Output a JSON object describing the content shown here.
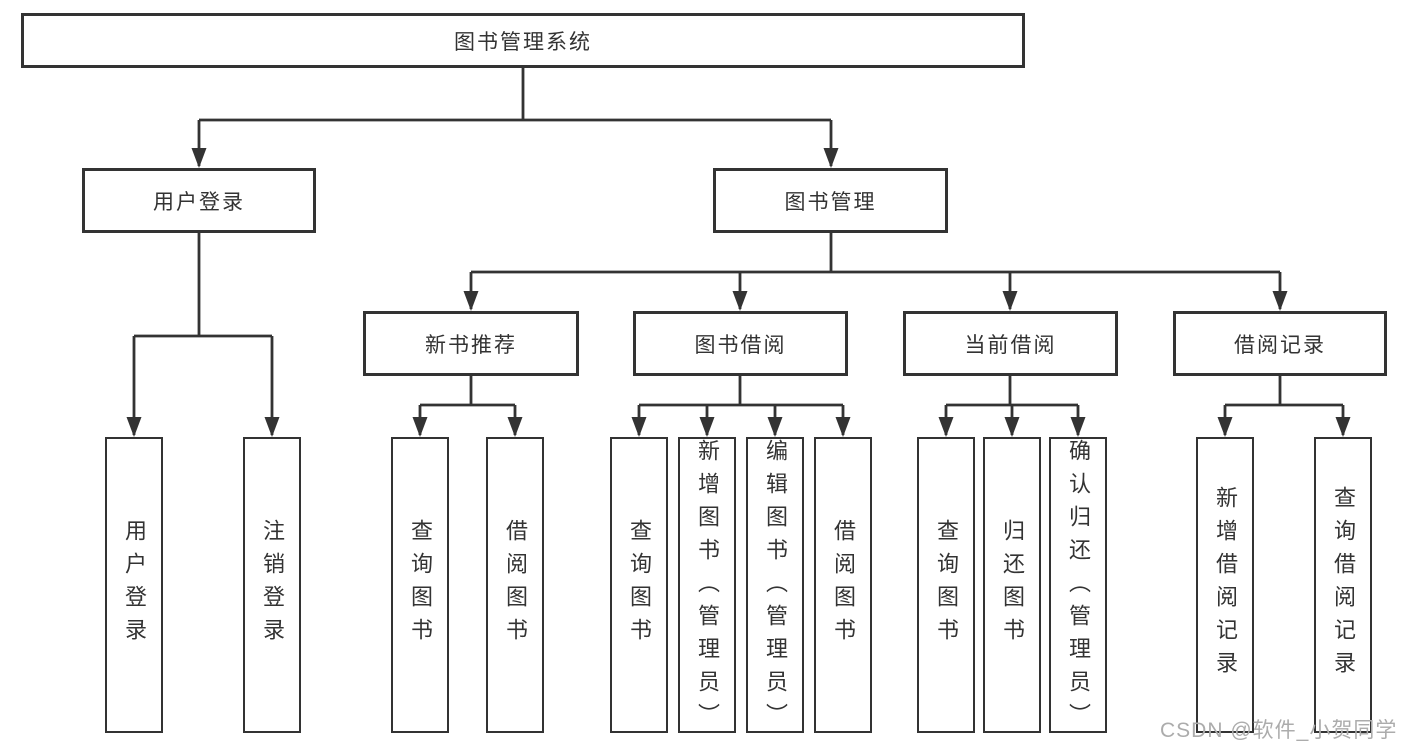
{
  "tree": {
    "root": {
      "label": "图书管理系统"
    },
    "branches": [
      {
        "label": "用户登录",
        "children": [
          {
            "label": "用户登录"
          },
          {
            "label": "注销登录"
          }
        ]
      },
      {
        "label": "图书管理",
        "children": [
          {
            "label": "新书推荐",
            "children": [
              {
                "label": "查询图书"
              },
              {
                "label": "借阅图书"
              }
            ]
          },
          {
            "label": "图书借阅",
            "children": [
              {
                "label": "查询图书"
              },
              {
                "label": "新增图书（管理员）"
              },
              {
                "label": "编辑图书（管理员）"
              },
              {
                "label": "借阅图书"
              }
            ]
          },
          {
            "label": "当前借阅",
            "children": [
              {
                "label": "查询图书"
              },
              {
                "label": "归还图书"
              },
              {
                "label": "确认归还（管理员）"
              }
            ]
          },
          {
            "label": "借阅记录",
            "children": [
              {
                "label": "新增借阅记录"
              },
              {
                "label": "查询借阅记录"
              }
            ]
          }
        ]
      }
    ]
  },
  "watermark": {
    "text": "CSDN @软件_小贺同学",
    "color": "#acacac"
  },
  "colors": {
    "line": "#333333",
    "box_border": "#333333",
    "text": "#333333",
    "background": "#ffffff"
  }
}
